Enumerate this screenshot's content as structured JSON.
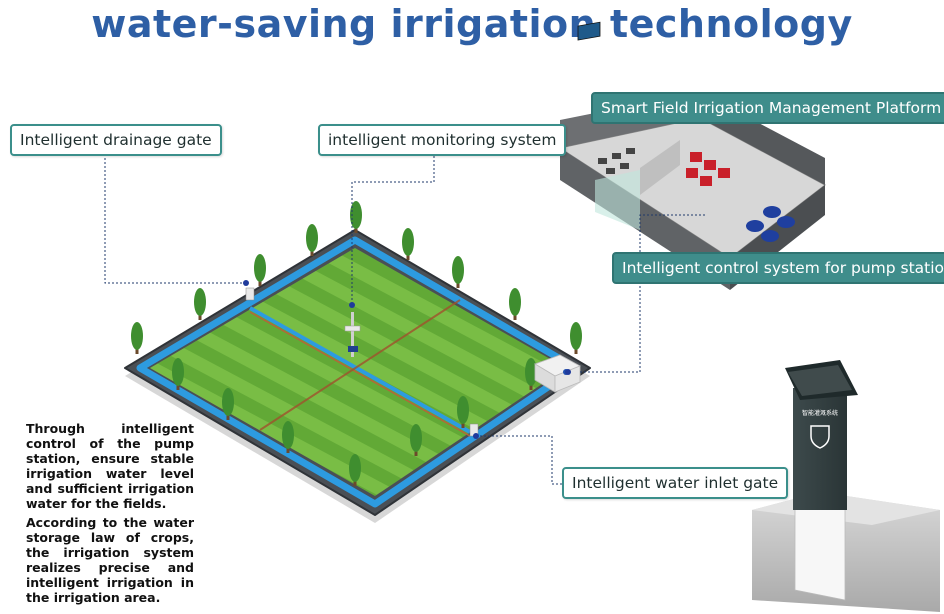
{
  "title": "water-saving irrigation technology",
  "labels": {
    "drainage_gate": "Intelligent drainage gate",
    "monitoring": "intelligent monitoring system",
    "platform": "Smart Field Irrigation Management Platform",
    "pump_control": "Intelligent control system for pump station",
    "inlet_gate": "Intelligent water inlet gate",
    "gate_sign": "智能灌溉系统"
  },
  "description": {
    "para1": "Through intelligent control of the pump station, ensure stable irrigation water level and sufficient irrigation water for the fields.",
    "para2": "According to the water storage law of crops, the irrigation system realizes precise and intelligent irrigation in the irrigation area."
  },
  "colors": {
    "title": "#2e5fa5",
    "label_border": "#3b8f8b",
    "label_fill": "#3f8d8b",
    "field_green": "#6db33f",
    "canal_blue": "#2d9be0",
    "road_gray": "#4a4f55"
  }
}
